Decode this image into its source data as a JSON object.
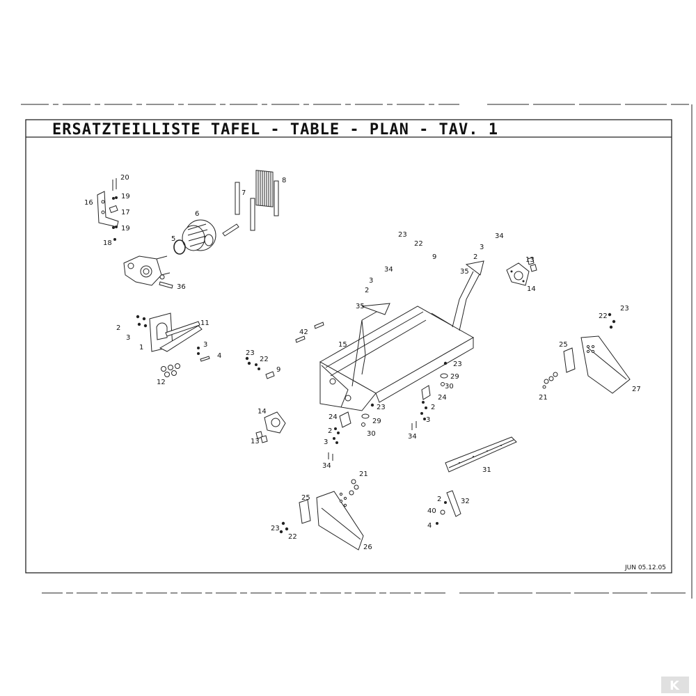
{
  "title": "ERSATZTEILLISTE TAFEL - TABLE - PLAN - TAV. 1",
  "date_ref": "JUN 05.12.05",
  "brand_mark": "K",
  "labels": [
    {
      "id": "l20a",
      "text": "20"
    },
    {
      "id": "l19a",
      "text": "19"
    },
    {
      "id": "l16",
      "text": "16"
    },
    {
      "id": "l17",
      "text": "17"
    },
    {
      "id": "l19b",
      "text": "19"
    },
    {
      "id": "l18",
      "text": "18"
    },
    {
      "id": "l6",
      "text": "6"
    },
    {
      "id": "l5",
      "text": "5"
    },
    {
      "id": "l7",
      "text": "7"
    },
    {
      "id": "l8",
      "text": "8"
    },
    {
      "id": "l36",
      "text": "36"
    },
    {
      "id": "l2a",
      "text": "2"
    },
    {
      "id": "l3a",
      "text": "3"
    },
    {
      "id": "l1",
      "text": "1"
    },
    {
      "id": "l11",
      "text": "11"
    },
    {
      "id": "l3b",
      "text": "3"
    },
    {
      "id": "l4a",
      "text": "4"
    },
    {
      "id": "l12",
      "text": "12"
    },
    {
      "id": "l23a",
      "text": "23"
    },
    {
      "id": "l22a",
      "text": "22"
    },
    {
      "id": "l9a",
      "text": "9"
    },
    {
      "id": "l42",
      "text": "42"
    },
    {
      "id": "l15",
      "text": "15"
    },
    {
      "id": "l14a",
      "text": "14"
    },
    {
      "id": "l13a",
      "text": "13"
    },
    {
      "id": "l23b",
      "text": "23"
    },
    {
      "id": "l22b",
      "text": "22"
    },
    {
      "id": "l9b",
      "text": "9"
    },
    {
      "id": "l34a",
      "text": "34"
    },
    {
      "id": "l3c",
      "text": "3"
    },
    {
      "id": "l2b",
      "text": "2"
    },
    {
      "id": "l35a",
      "text": "35"
    },
    {
      "id": "l34b",
      "text": "34"
    },
    {
      "id": "l3d",
      "text": "3"
    },
    {
      "id": "l2c",
      "text": "2"
    },
    {
      "id": "l35b",
      "text": "35"
    },
    {
      "id": "l13b",
      "text": "13"
    },
    {
      "id": "l14b",
      "text": "14"
    },
    {
      "id": "l22c",
      "text": "22"
    },
    {
      "id": "l23c",
      "text": "23"
    },
    {
      "id": "l25a",
      "text": "25"
    },
    {
      "id": "l21a",
      "text": "21"
    },
    {
      "id": "l27",
      "text": "27"
    },
    {
      "id": "l23d",
      "text": "23"
    },
    {
      "id": "l29a",
      "text": "29"
    },
    {
      "id": "l30a",
      "text": "30"
    },
    {
      "id": "l24a",
      "text": "24"
    },
    {
      "id": "l2d",
      "text": "2"
    },
    {
      "id": "l3e",
      "text": "3"
    },
    {
      "id": "l34c",
      "text": "34"
    },
    {
      "id": "l23e",
      "text": "23"
    },
    {
      "id": "l24b",
      "text": "24"
    },
    {
      "id": "l29b",
      "text": "29"
    },
    {
      "id": "l30b",
      "text": "30"
    },
    {
      "id": "l2e",
      "text": "2"
    },
    {
      "id": "l3f",
      "text": "3"
    },
    {
      "id": "l34d",
      "text": "34"
    },
    {
      "id": "l31",
      "text": "31"
    },
    {
      "id": "l21b",
      "text": "21"
    },
    {
      "id": "l25b",
      "text": "25"
    },
    {
      "id": "l23f",
      "text": "23"
    },
    {
      "id": "l22d",
      "text": "22"
    },
    {
      "id": "l26",
      "text": "26"
    },
    {
      "id": "l2f",
      "text": "2"
    },
    {
      "id": "l32",
      "text": "32"
    },
    {
      "id": "l40",
      "text": "40"
    },
    {
      "id": "l4b",
      "text": "4"
    }
  ]
}
